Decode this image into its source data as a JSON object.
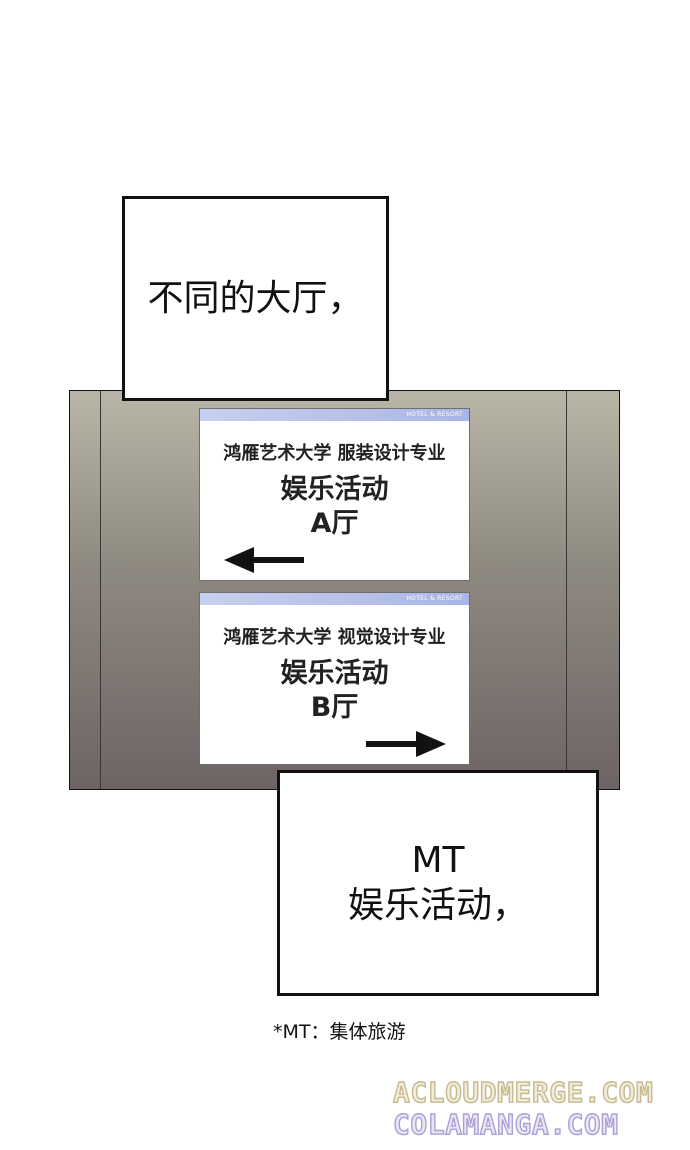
{
  "captions": {
    "top": "不同的大厅，",
    "bottom_line1": "MT",
    "bottom_line2": "娱乐活动，"
  },
  "signs": {
    "a": {
      "header": "HOTEL & RESORT",
      "department": "鸿雁艺术大学 服装设计专业",
      "event": "娱乐活动",
      "hall": "A厅",
      "arrow": "left-arrow-icon"
    },
    "b": {
      "header": "HOTEL & RESORT",
      "department": "鸿雁艺术大学 视觉设计专业",
      "event": "娱乐活动",
      "hall": "B厅",
      "arrow": "right-arrow-icon"
    }
  },
  "footnote": "*MT：集体旅游",
  "watermarks": [
    "ACLOUDMERGE.COM",
    "COLAMANGA.COM"
  ],
  "colors": {
    "sign_header": "#aab5e6",
    "wall_top": "#b9b6a7",
    "wall_bottom": "#6d6464",
    "watermark_outline": "#a9a1d6"
  }
}
